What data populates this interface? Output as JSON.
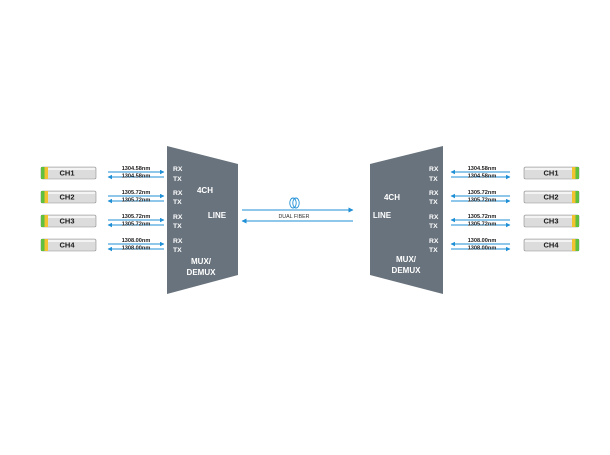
{
  "colors": {
    "mux_body": "#69737d",
    "arrow": "#1f8fd6",
    "module_body": "#dcdcdc",
    "module_green": "#5fbf3f",
    "module_yellow": "#f2c230",
    "text_dark": "#1a1a1a"
  },
  "left": {
    "title": "4CH",
    "line_label": "LINE",
    "bottom_label_1": "MUX/",
    "bottom_label_2": "DEMUX",
    "channels": [
      {
        "label": "CH1",
        "rx": "RX",
        "tx": "TX",
        "wl_top": "1304.58nm",
        "wl_bottom": "1304.58nm"
      },
      {
        "label": "CH2",
        "rx": "RX",
        "tx": "TX",
        "wl_top": "1305.72nm",
        "wl_bottom": "1305.72nm"
      },
      {
        "label": "CH3",
        "rx": "RX",
        "tx": "TX",
        "wl_top": "1305.72nm",
        "wl_bottom": "1305.72nm"
      },
      {
        "label": "CH4",
        "rx": "RX",
        "tx": "TX",
        "wl_top": "1308.00nm",
        "wl_bottom": "1308.00nm"
      }
    ]
  },
  "right": {
    "title": "4CH",
    "line_label": "LINE",
    "bottom_label_1": "MUX/",
    "bottom_label_2": "DEMUX",
    "channels": [
      {
        "label": "CH1",
        "rx": "RX",
        "tx": "TX",
        "wl_top": "1304.58nm",
        "wl_bottom": "1304.58nm"
      },
      {
        "label": "CH2",
        "rx": "RX",
        "tx": "TX",
        "wl_top": "1305.72nm",
        "wl_bottom": "1305.72nm"
      },
      {
        "label": "CH3",
        "rx": "RX",
        "tx": "TX",
        "wl_top": "1305.72nm",
        "wl_bottom": "1305.72nm"
      },
      {
        "label": "CH4",
        "rx": "RX",
        "tx": "TX",
        "wl_top": "1308.00nm",
        "wl_bottom": "1308.00nm"
      }
    ]
  },
  "fiber": {
    "label": "DUAL FIBER",
    "icon": "fiber-coil-icon"
  }
}
